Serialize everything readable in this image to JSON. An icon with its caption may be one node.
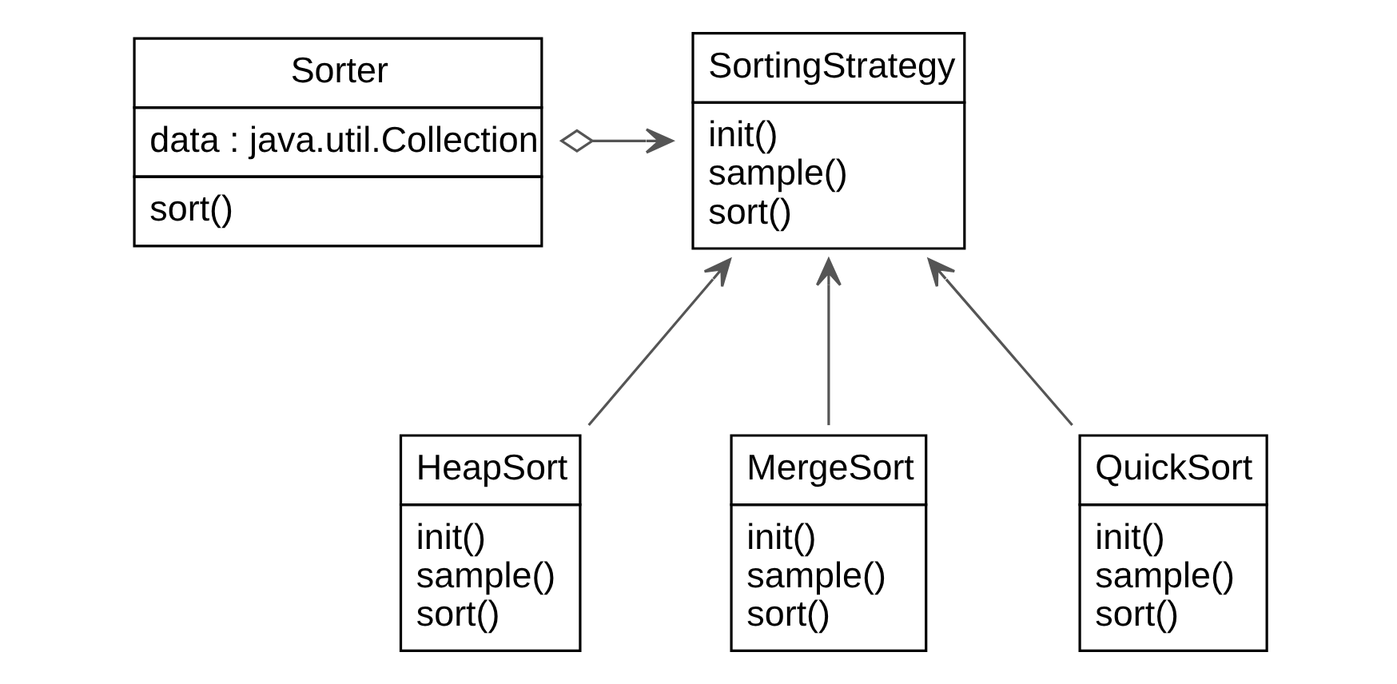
{
  "diagram": {
    "nodes": [
      {
        "text": [
          "Sorter",
          "data : java.util.Collection",
          "sort()"
        ]
      },
      {
        "text": [
          "SortingStrategy",
          "init()",
          "sample()",
          "sort()"
        ]
      },
      {
        "text": [
          "HeapSort",
          "init()",
          "sample()",
          "sort()"
        ]
      },
      {
        "text": [
          "MergeSort",
          "init()",
          "sample()",
          "sort()"
        ]
      },
      {
        "text": [
          "QuickSort",
          "init()",
          "sample()",
          "sort()"
        ]
      }
    ],
    "edges": [
      {
        "from": 0,
        "to": 1,
        "arrow": "to"
      },
      {
        "from": 2,
        "to": 1,
        "arrow": "to"
      },
      {
        "from": 3,
        "to": 1,
        "arrow": "to"
      },
      {
        "from": 4,
        "to": 1,
        "arrow": "to"
      }
    ]
  }
}
